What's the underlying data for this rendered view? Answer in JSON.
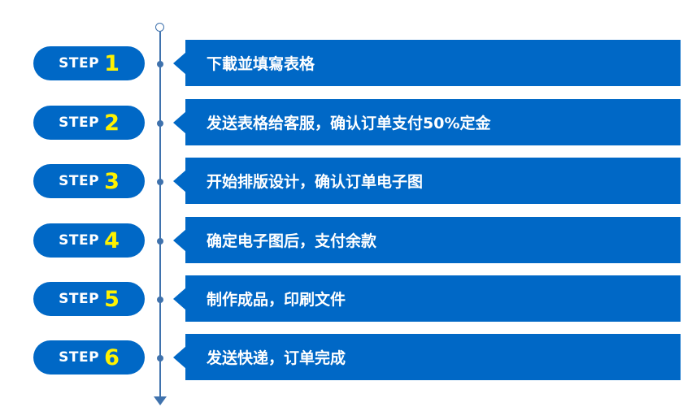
{
  "steps": [
    {
      "label": "STEP",
      "number": "1",
      "text": "下載並填寫表格"
    },
    {
      "label": "STEP",
      "number": "2",
      "text": "发送表格给客服，确认订单支付50%定金"
    },
    {
      "label": "STEP",
      "number": "3",
      "text": "开始排版设计，确认订单电子图"
    },
    {
      "label": "STEP",
      "number": "4",
      "text": "确定电子图后，支付余款"
    },
    {
      "label": "STEP",
      "number": "5",
      "text": "制作成品，印刷文件"
    },
    {
      "label": "STEP",
      "number": "6",
      "text": "发送快递，订单完成"
    }
  ],
  "colors": {
    "accent": "#0068c6",
    "number": "#fff200",
    "timeline": "#3f72ad"
  }
}
